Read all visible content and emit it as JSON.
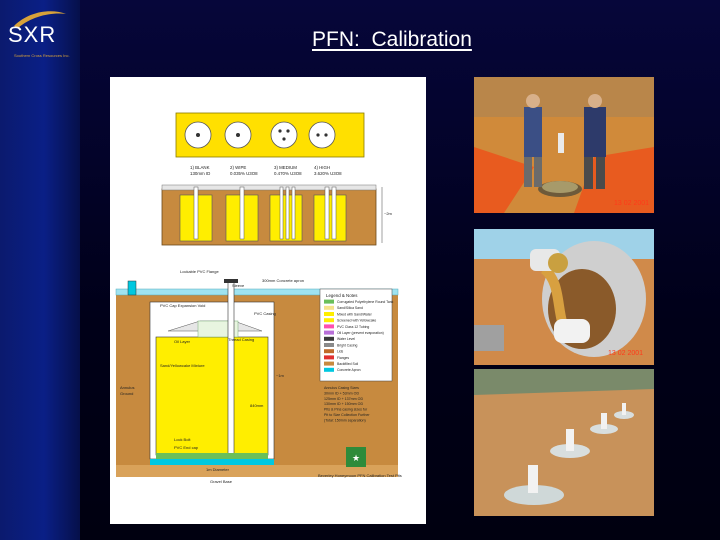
{
  "logo": {
    "text": "SXR",
    "subtitle": "Southern Cross Resources Inc."
  },
  "slide": {
    "title": "PFN:  Calibration"
  },
  "diagram": {
    "wells": [
      {
        "label": "1) BLANK",
        "spec": "130mm ID"
      },
      {
        "label": "2) WIPE",
        "spec": "0.035% U3O8"
      },
      {
        "label": "3) MEDIUM",
        "spec": "0.470% U3O8"
      },
      {
        "label": "4) HIGH",
        "spec": "3.620% U3O8"
      }
    ],
    "depth_label": "~2m",
    "flange_label": "Lockable PVC Flange",
    "sleeve_label": "Sleeve",
    "concrete_label": "300mm Concrete apron",
    "casing_label": "PVC Casing",
    "expansion_label": "PVC Cap Expansion Void",
    "oil_label": "Oil Layer",
    "resin_label": "Sand/Yellowcake Mixture",
    "thread_label": "Thread Casing",
    "annulus_label": "Ground",
    "side_label": "Annulus",
    "depth_right": "~1m",
    "tank_depth": "840mm",
    "bottom_a": "Lock Bolt",
    "bottom_b": "PVC End cap",
    "base_label": "1m Diameter",
    "gravel_label": "Gravel Base",
    "legend_title": "Legend & Notes",
    "legend_items": [
      "Corrugated Polyethylene Round Tank",
      "Sand/Silica Sand",
      "Mixed with Sand/Water",
      "Screened with Yellowcake",
      "PVC Class 12 Tubing",
      "Oil Layer (prevent evaporation)",
      "Water Level",
      "Bright Casing",
      "Lids",
      "Flanges",
      "Backfilled Soil",
      "Concrete Apron"
    ],
    "notes": [
      "Annulus Casing Sizes",
      "30mm ID + 53mm OD",
      "125mm ID + 137mm OD",
      "130mm ID + 150mm OD",
      "Pits & Pins casing sizes for",
      "Pit to Size Collection Further",
      "(Total: 150mm separation)"
    ],
    "footer": "Beverley Honeymoon PFN Calibration Test Pits"
  },
  "photos": [
    {
      "caption": "Workers at calibration pit",
      "stamp": "13 02 2001"
    },
    {
      "caption": "Pouring sand/yellowcake mixture",
      "stamp": "13 02 2001"
    },
    {
      "caption": "Completed calibration pits",
      "stamp": ""
    }
  ],
  "colors": {
    "sidebar": "#0a1f86",
    "background": "#000018",
    "yellow": "#ffee00",
    "soil": "#c78a3f",
    "green": "#6abf5a",
    "cyan": "#00c8e0"
  }
}
